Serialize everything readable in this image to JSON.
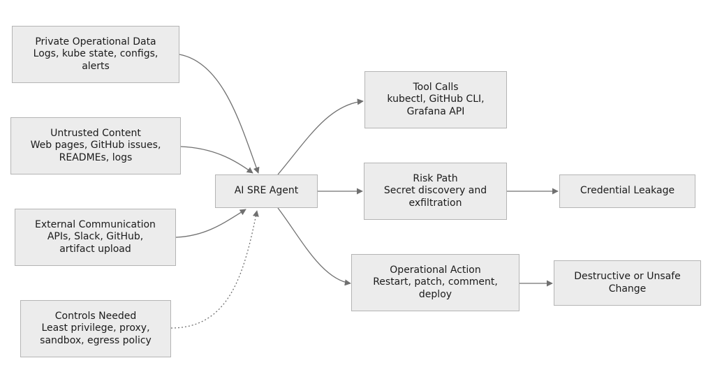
{
  "nodes": {
    "private_data": {
      "lines": [
        "Private Operational Data",
        "Logs, kube state, configs,",
        "alerts"
      ]
    },
    "untrusted": {
      "lines": [
        "Untrusted Content",
        "Web pages, GitHub issues,",
        "READMEs, logs"
      ]
    },
    "external_comm": {
      "lines": [
        "External Communication",
        "APIs, Slack, GitHub,",
        "artifact upload"
      ]
    },
    "controls": {
      "lines": [
        "Controls Needed",
        "Least privilege, proxy,",
        "sandbox, egress policy"
      ]
    },
    "agent": {
      "lines": [
        "AI SRE Agent"
      ]
    },
    "tool_calls": {
      "lines": [
        "Tool Calls",
        "kubectl, GitHub CLI,",
        "Grafana API"
      ]
    },
    "risk_path": {
      "lines": [
        "Risk Path",
        "Secret discovery and",
        "exfiltration"
      ]
    },
    "credential_leakage": {
      "lines": [
        "Credential Leakage"
      ]
    },
    "operational_action": {
      "lines": [
        "Operational Action",
        "Restart, patch, comment,",
        "deploy"
      ]
    },
    "destructive_change": {
      "lines": [
        "Destructive or Unsafe",
        "Change"
      ]
    }
  },
  "edges": [
    {
      "from": "private_data",
      "to": "agent",
      "style": "solid"
    },
    {
      "from": "untrusted",
      "to": "agent",
      "style": "solid"
    },
    {
      "from": "external_comm",
      "to": "agent",
      "style": "solid"
    },
    {
      "from": "controls",
      "to": "agent",
      "style": "dotted"
    },
    {
      "from": "agent",
      "to": "tool_calls",
      "style": "solid"
    },
    {
      "from": "agent",
      "to": "risk_path",
      "style": "solid"
    },
    {
      "from": "agent",
      "to": "operational_action",
      "style": "solid"
    },
    {
      "from": "risk_path",
      "to": "credential_leakage",
      "style": "solid"
    },
    {
      "from": "operational_action",
      "to": "destructive_change",
      "style": "solid"
    }
  ],
  "colors": {
    "node_fill": "#ececec",
    "node_border": "#b4b4b4",
    "edge": "#707070",
    "text": "#1a1a1a"
  }
}
